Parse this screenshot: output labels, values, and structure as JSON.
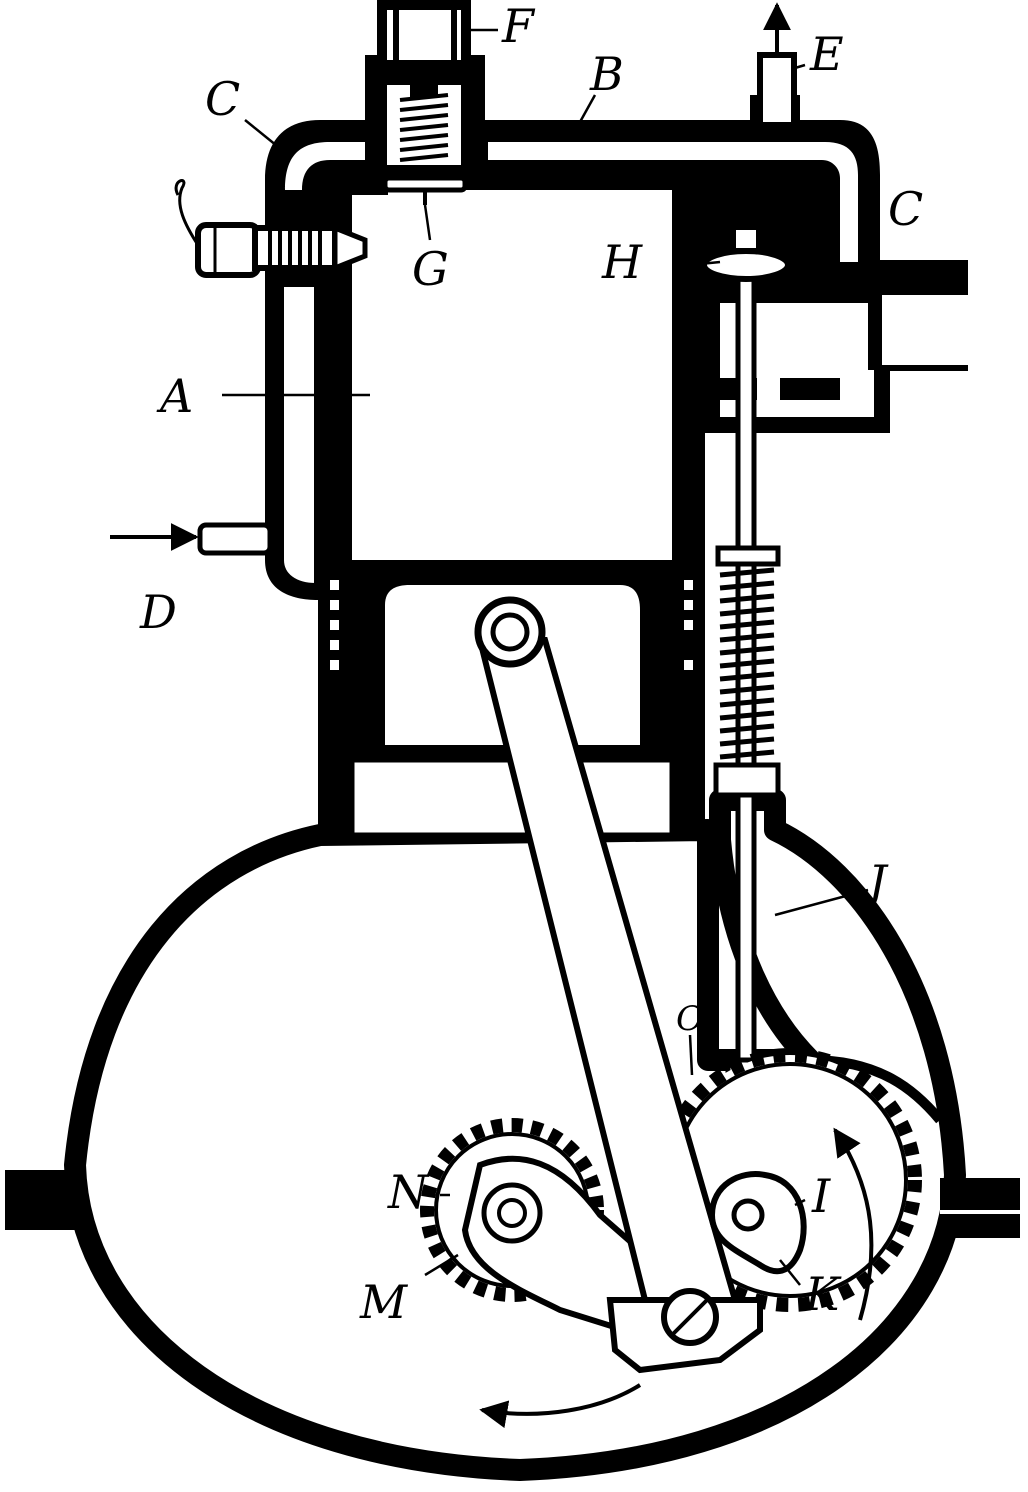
{
  "labels": {
    "A": "A",
    "B": "B",
    "C_left": "C",
    "C_right": "C",
    "D": "D",
    "E": "E",
    "F": "F",
    "G": "G",
    "H": "H",
    "I": "I",
    "J": "J",
    "K": "K",
    "M": "M",
    "N": "N",
    "O": "O"
  },
  "colors": {
    "ink": "#000000",
    "paper": "#ffffff"
  }
}
